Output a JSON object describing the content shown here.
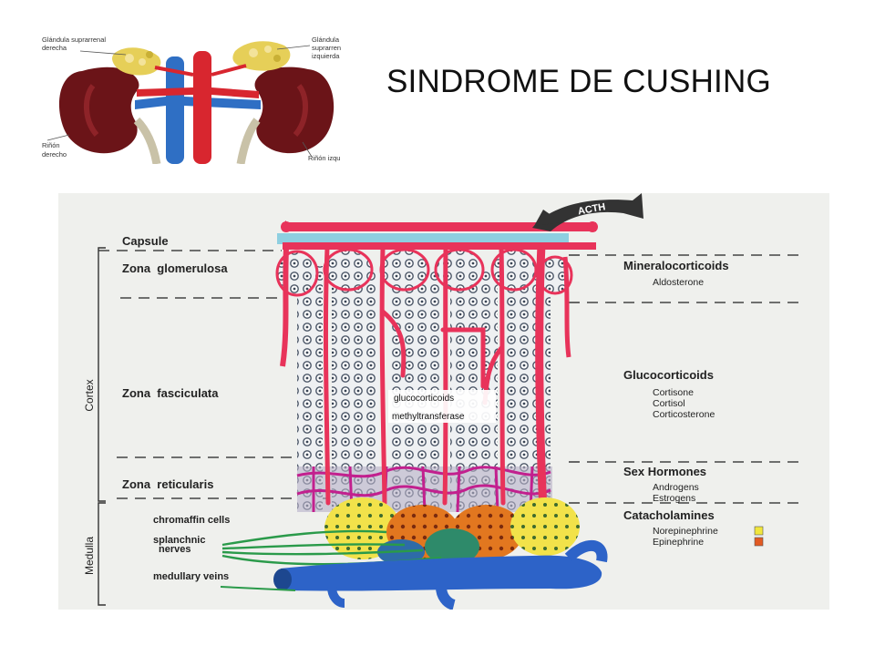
{
  "slide": {
    "title": "SINDROME DE CUSHING"
  },
  "kidney_figure": {
    "labels": {
      "right_gland": [
        "Glándula suprarrenal",
        "derecha"
      ],
      "left_gland": [
        "Glándula",
        "suprarren",
        "izquierda"
      ],
      "right_kidney": [
        "Riñón",
        "derecho"
      ],
      "left_kidney": [
        "Riñón izqu"
      ]
    }
  },
  "adrenal_figure": {
    "acth_label": "ACTH",
    "layers": {
      "capsule": "Capsule",
      "glomerulosa": "Zona  glomerulosa",
      "fasciculata": "Zona  fasciculata",
      "reticularis": "Zona  reticularis"
    },
    "regions": {
      "cortex": "Cortex",
      "medulla": "Medulla"
    },
    "medulla_labels": {
      "chromaffin": "chromaffin cells",
      "splanchnic": [
        "splanchnic",
        "nerves"
      ],
      "veins": "medullary veins"
    },
    "enzyme_labels": [
      "glucocorticoids",
      "methyltransferase"
    ],
    "hormones": {
      "mineralocorticoids": {
        "title": "Mineralocorticoids",
        "items": [
          "Aldosterone"
        ]
      },
      "glucocorticoids": {
        "title": "Glucocorticoids",
        "items": [
          "Cortisone",
          "Cortisol",
          "Corticosterone"
        ]
      },
      "sex_hormones": {
        "title": "Sex Hormones",
        "items": [
          "Androgens",
          "Estrogens"
        ]
      },
      "catecholamines": {
        "title": "Catacholamines",
        "items": [
          "Norepinephrine",
          "Epinephrine"
        ]
      }
    },
    "colors": {
      "background": "#f0f1ee",
      "vessel_red": "#e8335a",
      "vessel_blue": "#2d63c8",
      "norepinephrine": "#f1e63c",
      "epinephrine": "#e25a22"
    }
  }
}
